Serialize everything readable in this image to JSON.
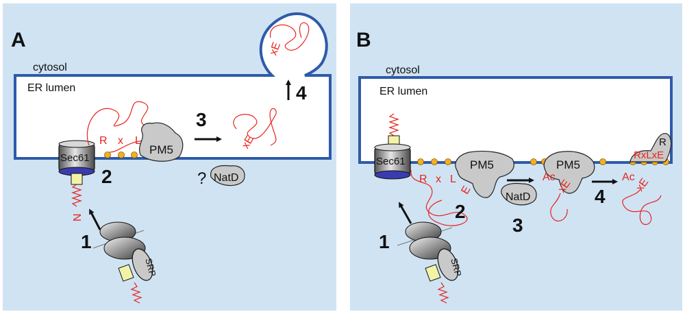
{
  "panel_a": {
    "letter": "A",
    "cytosol": "cytosol",
    "er_lumen": "ER lumen",
    "sec61": "Sec61",
    "pm5": "PM5",
    "natd": "NatD",
    "question": "?",
    "srp": "SRP",
    "n_term": "N",
    "motif_r": "R",
    "motif_x": "x",
    "motif_l": "L",
    "motif_e": "E",
    "released_motif": "xE",
    "vesicle_motif": "xE",
    "step1": "1",
    "step2": "2",
    "step3": "3",
    "step4": "4"
  },
  "panel_b": {
    "letter": "B",
    "cytosol": "cytosol",
    "er_lumen": "ER lumen",
    "sec61": "Sec61",
    "pm5_a": "PM5",
    "pm5_b": "PM5",
    "natd": "NatD",
    "srp": "SRP",
    "motif_r": "R",
    "motif_x": "x",
    "motif_l": "L",
    "motif_e": "E",
    "ac_1": "Ac",
    "xe_1": "xE",
    "ac_2": "Ac",
    "xe_2": "xE",
    "r_top": "R",
    "rxlxe": "RxLxE",
    "step1": "1",
    "step2": "2",
    "step3": "3",
    "step4": "4"
  },
  "colors": {
    "background": "#cfe3f3",
    "membrane": "#2f5aa8",
    "chain": "#e8231e",
    "protein": "#c9c9c9",
    "lipid_dot": "#f4b11e"
  }
}
